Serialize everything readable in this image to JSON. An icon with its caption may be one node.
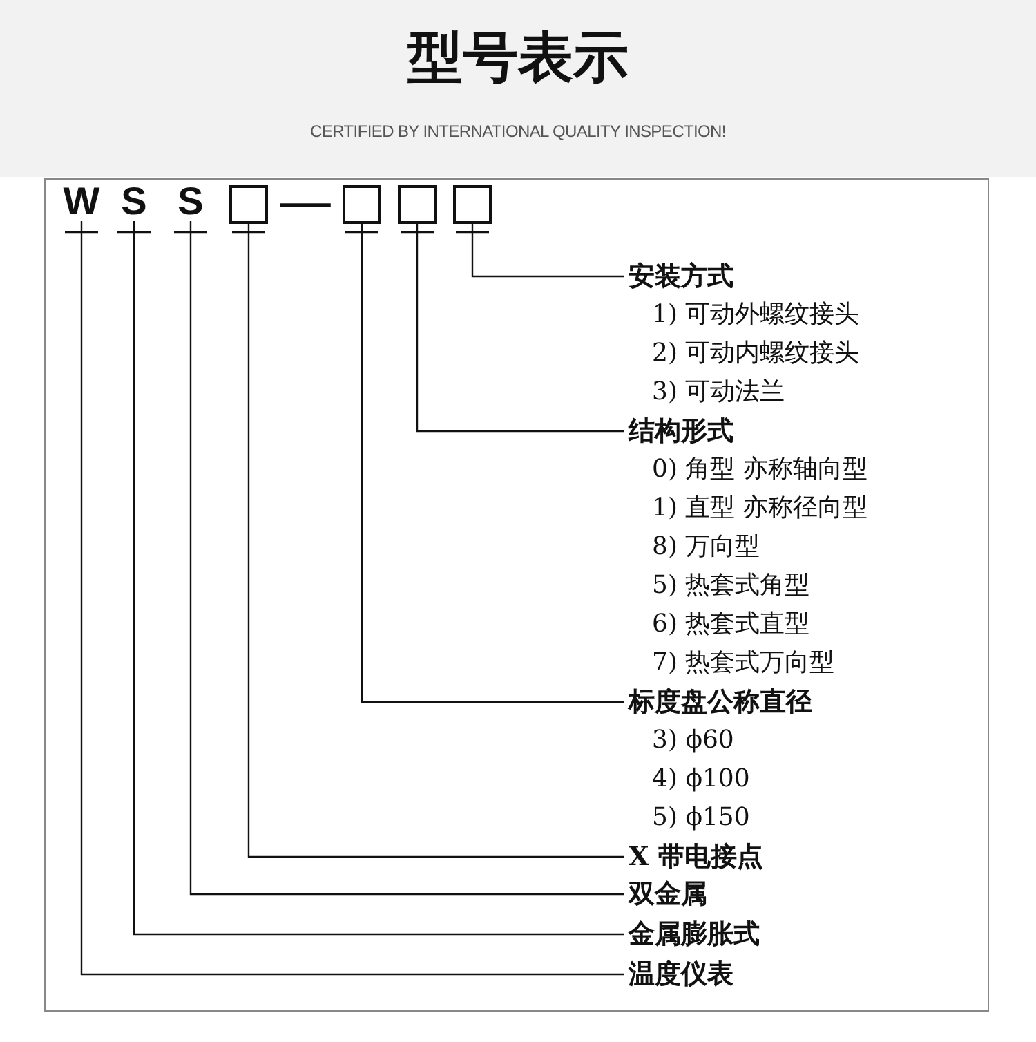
{
  "diagram": {
    "title": "型号表示",
    "caption": "CERTIFIED BY INTERNATIONAL QUALITY INSPECTION!",
    "nodes": [
      {
        "text": [
          "W"
        ]
      },
      {
        "text": [
          "S"
        ]
      },
      {
        "text": [
          "S"
        ]
      },
      {
        "text": [],
        "shape": "box"
      },
      {
        "text": [],
        "shape": "box"
      },
      {
        "text": [],
        "shape": "box"
      },
      {
        "text": [],
        "shape": "box"
      },
      {
        "text": [
          "安装方式",
          "1) 可动外螺纹接头",
          "2) 可动内螺纹接头",
          "3) 可动法兰"
        ]
      },
      {
        "text": [
          "结构形式",
          "0) 角型 亦称轴向型",
          "1) 直型 亦称径向型",
          "8) 万向型",
          "5) 热套式角型",
          "6) 热套式直型",
          "7) 热套式万向型"
        ]
      },
      {
        "text": [
          "标度盘公称直径",
          "3) ϕ60",
          "4) ϕ100",
          "5) ϕ150"
        ]
      },
      {
        "text": [
          "X 带电接点"
        ]
      },
      {
        "text": [
          "双金属"
        ]
      },
      {
        "text": [
          "金属膨胀式"
        ]
      },
      {
        "text": [
          "温度仪表"
        ]
      }
    ],
    "edges": [
      {
        "from": 6,
        "to": 7,
        "arrow": "none"
      },
      {
        "from": 5,
        "to": 8,
        "arrow": "none"
      },
      {
        "from": 4,
        "to": 9,
        "arrow": "none"
      },
      {
        "from": 3,
        "to": 10,
        "arrow": "none"
      },
      {
        "from": 2,
        "to": 11,
        "arrow": "none"
      },
      {
        "from": 1,
        "to": 12,
        "arrow": "none"
      },
      {
        "from": 0,
        "to": 13,
        "arrow": "none"
      }
    ],
    "labels": [
      "—"
    ]
  }
}
